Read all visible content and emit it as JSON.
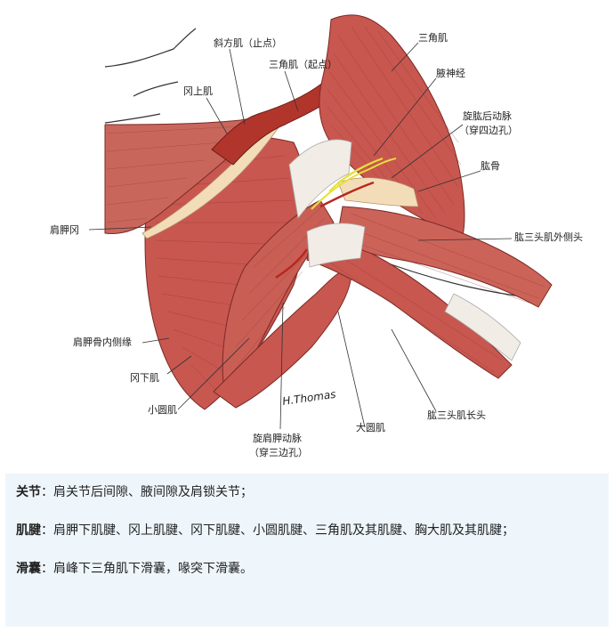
{
  "figure": {
    "signature": "H.Thomas",
    "labels": {
      "trapezius_insertion": "斜方肌（止点）",
      "deltoid_origin": "三角肌（起点）",
      "supraspinatus": "冈上肌",
      "deltoid": "三角肌",
      "axillary_nerve": "腋神经",
      "posterior_circumflex_humeral_a": "旋肱后动脉",
      "posterior_circumflex_humeral_a_2": "（穿四边孔）",
      "humerus": "肱骨",
      "scapular_spine": "肩胛冈",
      "triceps_lateral_head": "肱三头肌外侧头",
      "scapula_medial_border": "肩胛骨内侧缘",
      "infraspinatus": "冈下肌",
      "teres_minor": "小圆肌",
      "circumflex_scapular_a": "旋肩胛动脉",
      "circumflex_scapular_a_2": "（穿三边孔）",
      "teres_major": "大圆肌",
      "triceps_long_head": "肱三头肌长头"
    }
  },
  "caption": {
    "rows": [
      {
        "term": "关节",
        "text": "：肩关节后间隙、腋间隙及肩锁关节；"
      },
      {
        "term": "肌腱",
        "text": "：肩胛下肌腱、冈上肌腱、冈下肌腱、小圆肌腱、三角肌及其肌腱、胸大肌及其肌腱；"
      },
      {
        "term": "滑囊",
        "text": "：肩峰下三角肌下滑囊，喙突下滑囊。"
      }
    ]
  },
  "colors": {
    "muscle": "#c8574f",
    "muscle_light": "#d9806f",
    "tendon": "#f1ece6",
    "bone": "#f3ddb8",
    "nerve": "#e8e03a",
    "caption_bg": "#eef6fc"
  }
}
